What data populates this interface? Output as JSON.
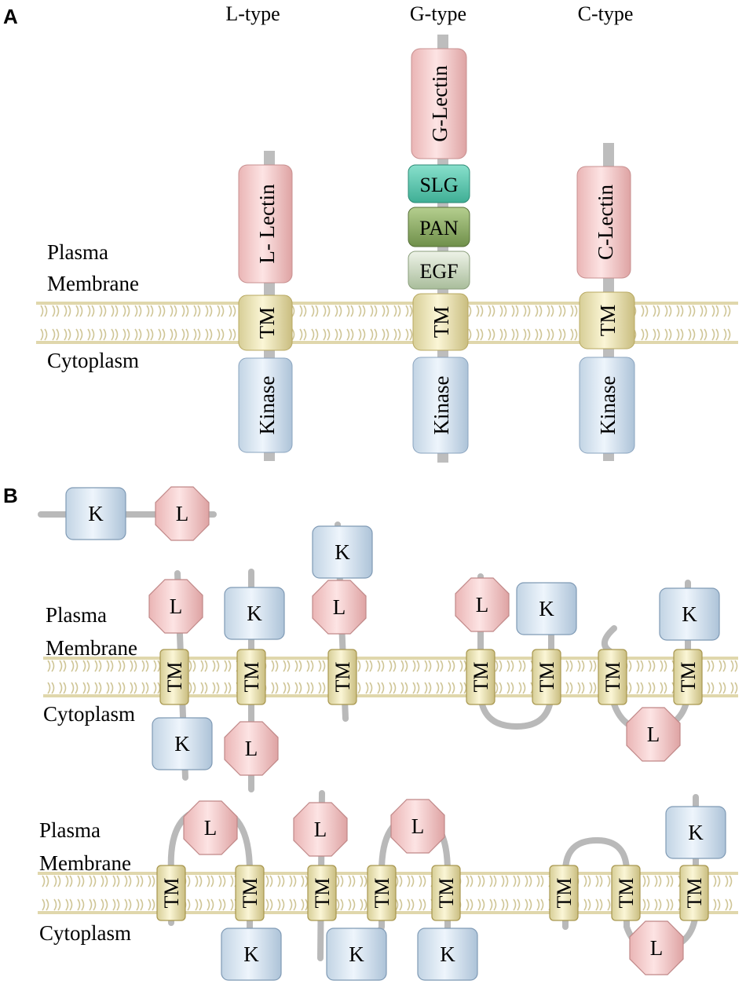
{
  "panel_a": {
    "label": "A",
    "types": [
      {
        "title": "L-type",
        "ecto_domains": [
          "L- Lectin"
        ],
        "tm": "TM",
        "kinase": "Kinase"
      },
      {
        "title": "G-type",
        "ecto_domains": [
          "G-Lectin",
          "SLG",
          "PAN",
          "EGF"
        ],
        "tm": "TM",
        "kinase": "Kinase"
      },
      {
        "title": "C-type",
        "ecto_domains": [
          "C-Lectin"
        ],
        "tm": "TM",
        "kinase": "Kinase"
      }
    ],
    "plasma_membrane_label": [
      "Plasma",
      "Membrane"
    ],
    "cytoplasm_label": "Cytoplasm"
  },
  "panel_b": {
    "label": "B",
    "kinase_symbol": "K",
    "lectin_symbol": "L",
    "tm_symbol": "TM",
    "plasma_membrane_label": [
      "Plasma",
      "Membrane"
    ],
    "cytoplasm_label": "Cytoplasm"
  },
  "colors": {
    "lectin_fill": "#f4cccc",
    "kinase_fill": "#dce9f4",
    "tm_fill": "#f1ebc4",
    "slg_fill": "#5fc8b0",
    "pan_fill": "#8fad6a",
    "egf_fill": "#cbd9c1",
    "stalk": "#b9b9b9",
    "lipid": "#e3dcb6"
  }
}
